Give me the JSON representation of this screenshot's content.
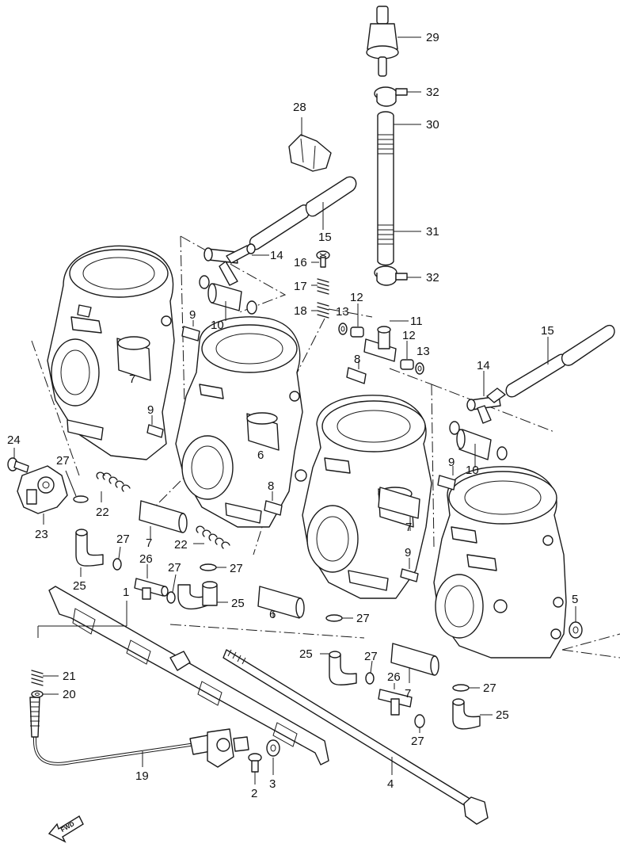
{
  "labels": {
    "l1": "1",
    "l2": "2",
    "l3": "3",
    "l4": "4",
    "l5": "5",
    "l6": "6",
    "l7": "7",
    "l8": "8",
    "l9": "9",
    "l10": "10",
    "l11": "11",
    "l12": "12",
    "l13": "13",
    "l14": "14",
    "l15": "15",
    "l16": "16",
    "l17": "17",
    "l18": "18",
    "l19": "19",
    "l20": "20",
    "l21": "21",
    "l22": "22",
    "l23": "23",
    "l24": "24",
    "l25": "25",
    "l26": "26",
    "l27": "27",
    "l28": "28",
    "l29": "29",
    "l30": "30",
    "l31": "31",
    "l32": "32"
  },
  "fwd_marker": "FWD"
}
